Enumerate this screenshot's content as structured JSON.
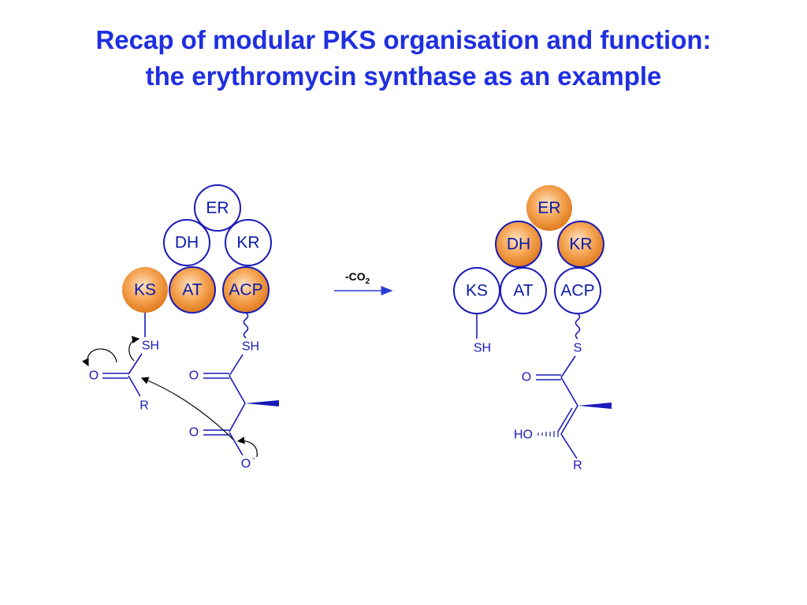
{
  "slide": {
    "title_line1": "Recap of modular PKS organisation and function:",
    "title_line2": "the erythromycin synthase as an example"
  },
  "colors": {
    "title": "#1f2fe0",
    "domain_outline": "#1a1ab8",
    "active_domain_fill": "#f29a3c",
    "inactive_domain_fill": "#ffffff",
    "bond": "#1a1ab8"
  },
  "left_module": {
    "domains": {
      "er": "ER",
      "dh": "DH",
      "kr": "KR",
      "ks": "KS",
      "at": "AT",
      "acp": "ACP"
    },
    "active": [
      "KS",
      "AT",
      "ACP"
    ],
    "atoms": {
      "ks_sh": "SH",
      "ks_o": "O",
      "ks_r": "R",
      "acp_sh": "SH",
      "o_thioester": "O",
      "o_carboxyl": "O",
      "o_minus": "O"
    },
    "charge": "-"
  },
  "arrow": {
    "label_main": "-CO",
    "label_sub": "2"
  },
  "right_module": {
    "domains": {
      "er": "ER",
      "dh": "DH",
      "kr": "KR",
      "ks": "KS",
      "at": "AT",
      "acp": "ACP"
    },
    "active": [
      "ER",
      "DH",
      "KR"
    ],
    "atoms": {
      "ks_sh": "SH",
      "acp_s": "S",
      "o_thioester": "O",
      "ho": "HO",
      "r": "R"
    }
  }
}
